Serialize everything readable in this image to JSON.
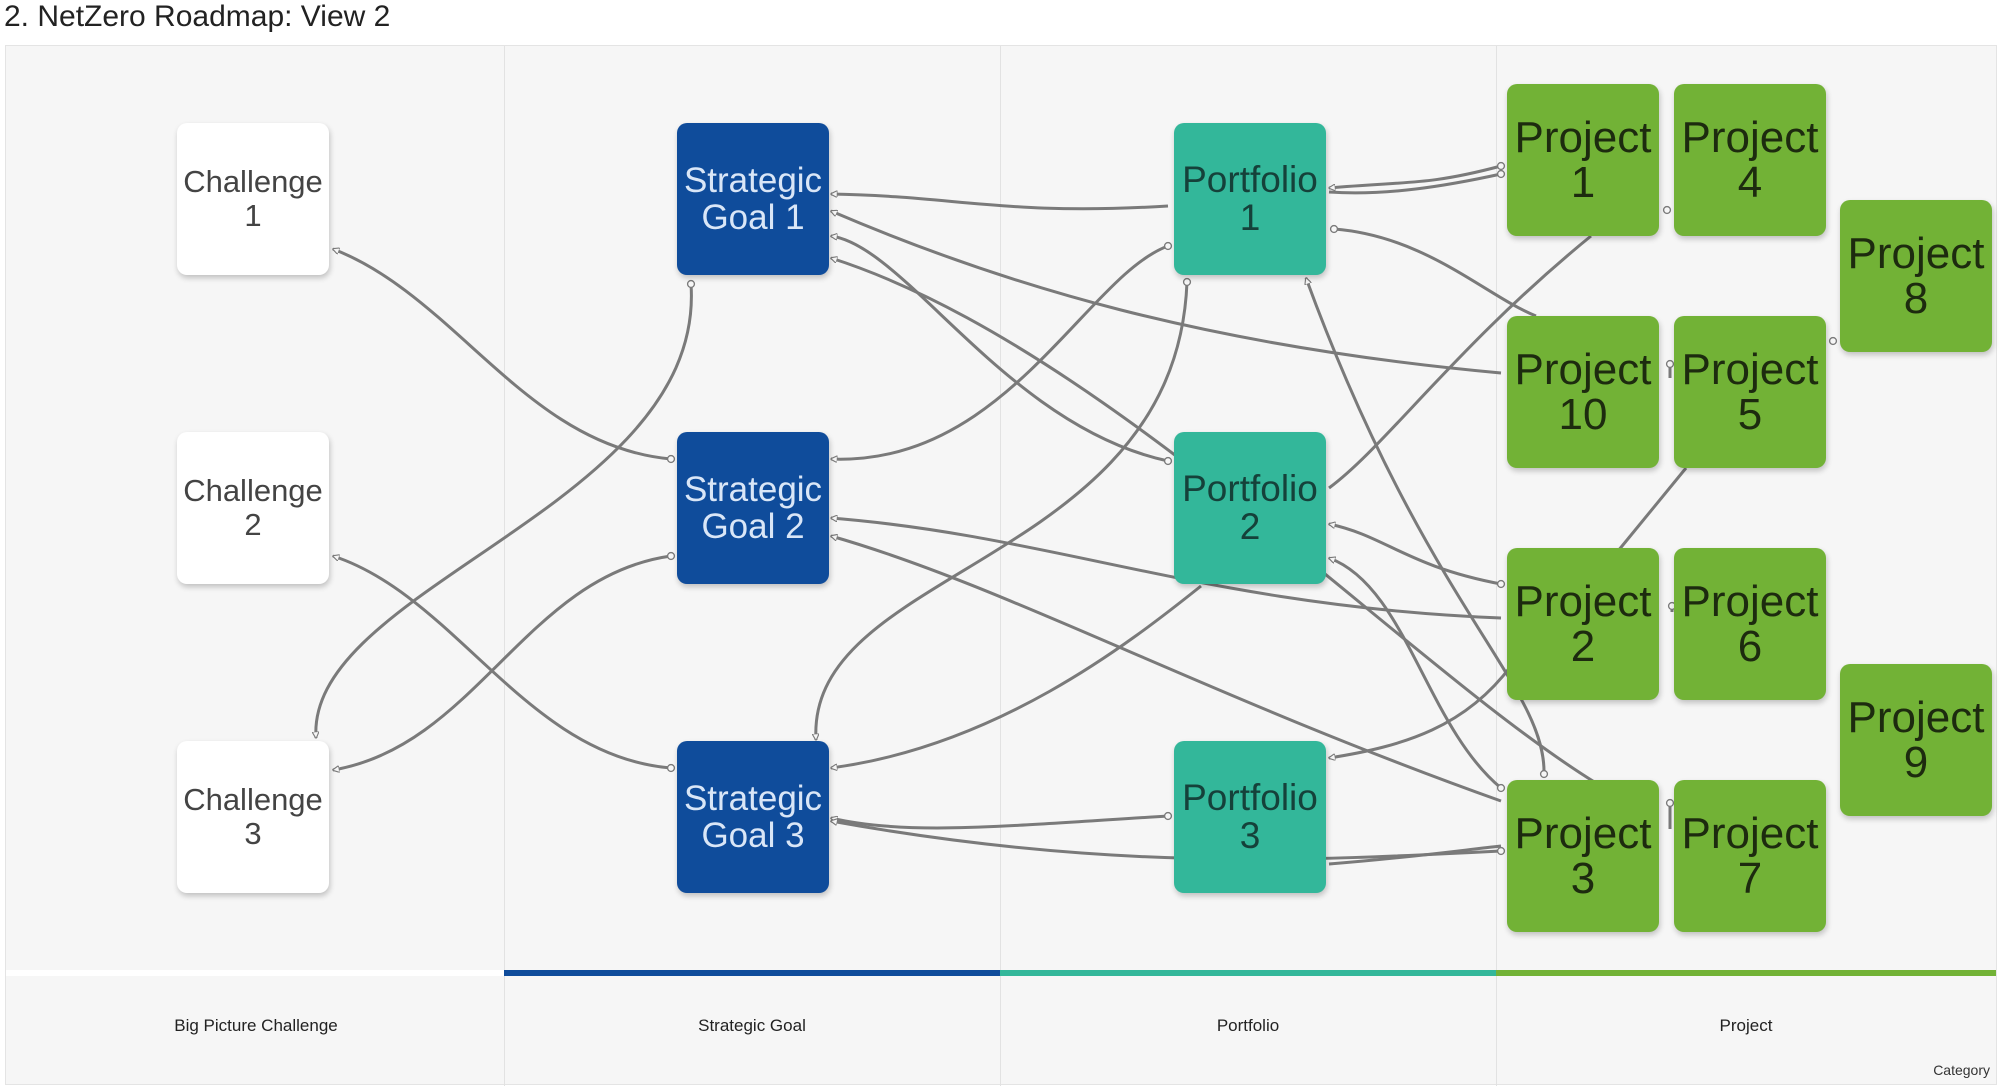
{
  "title": "2. NetZero Roadmap: View 2",
  "colors": {
    "challenge": "#ffffff",
    "strategic_goal": "#0f4c9b",
    "portfolio": "#33b79a",
    "project": "#72b236",
    "link": "#7a7a7a"
  },
  "columns": [
    {
      "label": "Big Picture Challenge",
      "color": "#ffffff"
    },
    {
      "label": "Strategic Goal",
      "color": "#0f4c9b"
    },
    {
      "label": "Portfolio",
      "color": "#33b79a"
    },
    {
      "label": "Project",
      "color": "#72b236"
    }
  ],
  "category_label": "Category",
  "nodes": {
    "c1": {
      "line1": "Challenge",
      "line2": "1"
    },
    "c2": {
      "line1": "Challenge",
      "line2": "2"
    },
    "c3": {
      "line1": "Challenge",
      "line2": "3"
    },
    "g1": {
      "line1": "Strategic",
      "line2": "Goal 1"
    },
    "g2": {
      "line1": "Strategic",
      "line2": "Goal 2"
    },
    "g3": {
      "line1": "Strategic",
      "line2": "Goal 3"
    },
    "pf1": {
      "line1": "Portfolio",
      "line2": "1"
    },
    "pf2": {
      "line1": "Portfolio",
      "line2": "2"
    },
    "pf3": {
      "line1": "Portfolio",
      "line2": "3"
    },
    "p1": {
      "line1": "Project",
      "line2": "1"
    },
    "p2": {
      "line1": "Project",
      "line2": "2"
    },
    "p3": {
      "line1": "Project",
      "line2": "3"
    },
    "p4": {
      "line1": "Project",
      "line2": "4"
    },
    "p5": {
      "line1": "Project",
      "line2": "5"
    },
    "p6": {
      "line1": "Project",
      "line2": "6"
    },
    "p7": {
      "line1": "Project",
      "line2": "7"
    },
    "p8": {
      "line1": "Project",
      "line2": "8"
    },
    "p9": {
      "line1": "Project",
      "line2": "9"
    },
    "p10": {
      "line1": "Project",
      "line2": "10"
    }
  }
}
